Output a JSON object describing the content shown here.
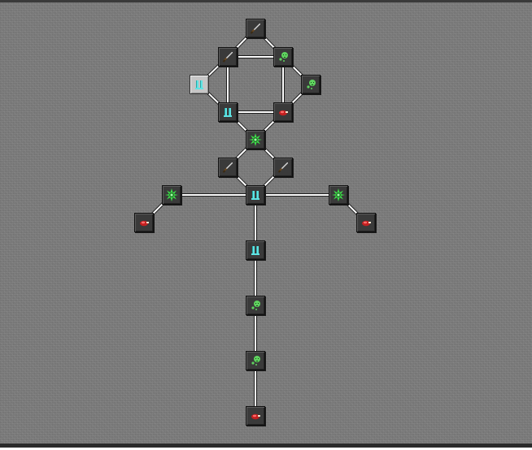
{
  "tree": {
    "nodes": [
      {
        "id": "n1",
        "name": "sword-top",
        "icon": "sword-icon",
        "state": "locked"
      },
      {
        "id": "n2",
        "name": "sword-upper-left",
        "icon": "sword-icon",
        "state": "locked"
      },
      {
        "id": "n3",
        "name": "slime-upper-right",
        "icon": "slime-icon",
        "state": "locked"
      },
      {
        "id": "n4",
        "name": "boots-left-unlocked",
        "icon": "boots-icon",
        "state": "unlocked"
      },
      {
        "id": "n5",
        "name": "slime-right",
        "icon": "slime-icon",
        "state": "locked"
      },
      {
        "id": "n6",
        "name": "boots-lower-left",
        "icon": "boots-icon",
        "state": "locked"
      },
      {
        "id": "n7",
        "name": "meat-lower-right",
        "icon": "meat-icon",
        "state": "locked"
      },
      {
        "id": "n8",
        "name": "burst-center",
        "icon": "burst-icon",
        "state": "locked"
      },
      {
        "id": "n9",
        "name": "sword-mid-left",
        "icon": "sword-icon",
        "state": "locked"
      },
      {
        "id": "n10",
        "name": "sword-mid-right",
        "icon": "sword-icon",
        "state": "locked"
      },
      {
        "id": "n11",
        "name": "boots-hub",
        "icon": "boots-icon",
        "state": "locked"
      },
      {
        "id": "n12",
        "name": "burst-left",
        "icon": "burst-icon",
        "state": "locked"
      },
      {
        "id": "n13",
        "name": "burst-right",
        "icon": "burst-icon",
        "state": "locked"
      },
      {
        "id": "n14",
        "name": "meat-far-left",
        "icon": "meat-icon",
        "state": "locked"
      },
      {
        "id": "n15",
        "name": "meat-far-right",
        "icon": "meat-icon",
        "state": "locked"
      },
      {
        "id": "n16",
        "name": "boots-stem",
        "icon": "boots-icon",
        "state": "locked"
      },
      {
        "id": "n17",
        "name": "slime-stem-1",
        "icon": "slime-icon",
        "state": "locked"
      },
      {
        "id": "n18",
        "name": "slime-stem-2",
        "icon": "slime-icon",
        "state": "locked"
      },
      {
        "id": "n19",
        "name": "meat-bottom",
        "icon": "meat-icon",
        "state": "locked"
      }
    ],
    "colors": {
      "background": "#7c7c7c",
      "node_locked": "#3a3a3a",
      "node_unlocked": "#c6c6c6",
      "connector": "#ffffff",
      "sword": "#d8d8d8",
      "boots": "#5fe3e3",
      "slime": "#5fd35f",
      "burst": "#3ee04a",
      "meat": "#c22020"
    }
  }
}
